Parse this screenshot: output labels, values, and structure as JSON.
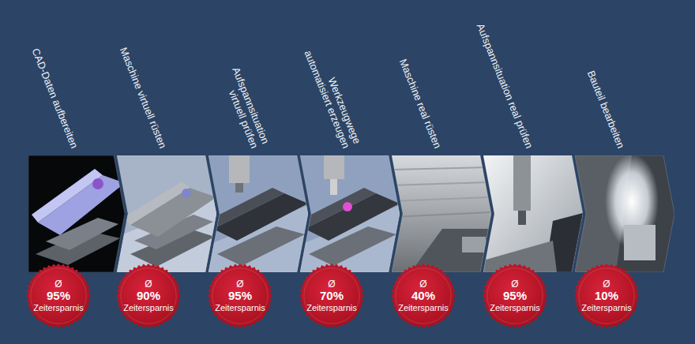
{
  "diagram": {
    "nodes": [
      {
        "text": [
          "CAD-Daten aufbereiten"
        ]
      },
      {
        "text": [
          "Maschine virtuell rüsten"
        ]
      },
      {
        "text": [
          "Aufspannsituation virtuell prüfen"
        ]
      },
      {
        "text": [
          "Werkzeugwege automatisiert erzeugen"
        ]
      },
      {
        "text": [
          "Maschine real rüsten"
        ]
      },
      {
        "text": [
          "Aufspannsituation real prüfen"
        ]
      },
      {
        "text": [
          "Bauteil bearbeiten"
        ]
      },
      {
        "text": [
          "Ø",
          "95%",
          "Zeitersparnis"
        ]
      },
      {
        "text": [
          "Ø",
          "90%",
          "Zeitersparnis"
        ]
      },
      {
        "text": [
          "Ø",
          "95%",
          "Zeitersparnis"
        ]
      },
      {
        "text": [
          "Ø",
          "70%",
          "Zeitersparnis"
        ]
      },
      {
        "text": [
          "Ø",
          "40%",
          "Zeitersparnis"
        ]
      },
      {
        "text": [
          "Ø",
          "95%",
          "Zeitersparnis"
        ]
      },
      {
        "text": [
          "Ø",
          "10%",
          "Zeitersparnis"
        ]
      }
    ]
  }
}
